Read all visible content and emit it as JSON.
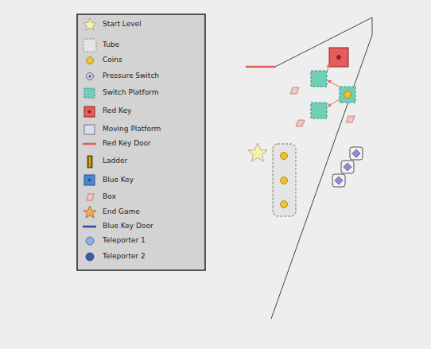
{
  "diagram": {
    "legend": [
      {
        "text": "Start Level"
      },
      {
        "text": "Tube"
      },
      {
        "text": "Coins"
      },
      {
        "text": "Pressure Switch"
      },
      {
        "text": "Switch Platform"
      },
      {
        "text": "Red Key"
      },
      {
        "text": "Moving Platform"
      },
      {
        "text": "Red Key Door"
      },
      {
        "text": "Ladder"
      },
      {
        "text": "Blue Key"
      },
      {
        "text": "Box"
      },
      {
        "text": "End Game"
      },
      {
        "text": "Blue Key Door"
      },
      {
        "text": "Teleporter 1"
      },
      {
        "text": "Teleporter 2"
      }
    ]
  }
}
